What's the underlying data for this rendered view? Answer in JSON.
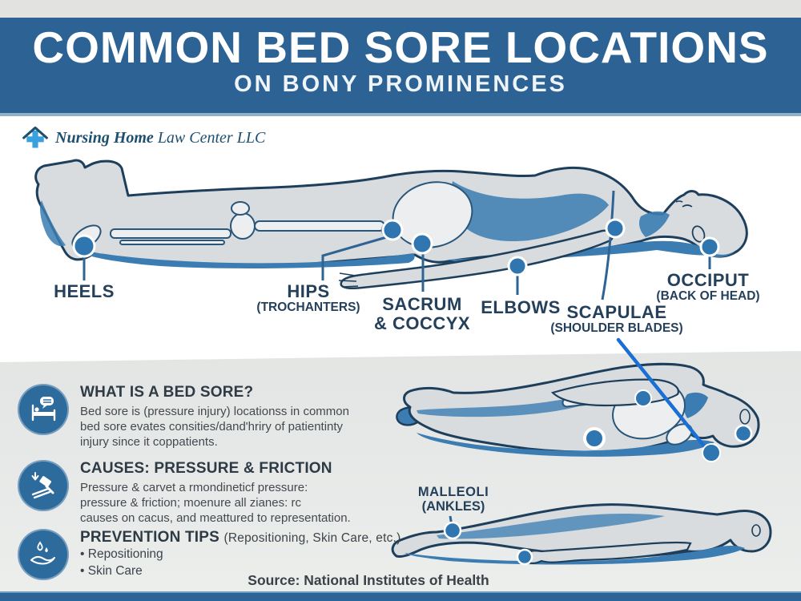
{
  "colors": {
    "banner_blue": "#2c6394",
    "dot_blue": "#2f76b0",
    "bright_blue": "#1a6fd4",
    "outline_navy": "#1e3f5c",
    "body_gray": "#d8dcdf",
    "shade_blue": "#3b7db2",
    "section_gray": "#e6e8e7",
    "label_navy": "#24405a"
  },
  "header": {
    "title": "COMMON BED SORE LOCATIONS",
    "subtitle": "ON BONY PROMINENCES"
  },
  "logo": {
    "bold": "Nursing Home",
    "rest": "Law Center LLC"
  },
  "labels": {
    "heels": {
      "main": "HEELS"
    },
    "hips": {
      "main": "HIPS",
      "sub": "(TROCHANTERS)"
    },
    "sacrum": {
      "main": "SACRUM",
      "main2": "& COCCYX"
    },
    "elbows": {
      "main": "ELBOWS"
    },
    "scapulae": {
      "main": "SCAPULAE",
      "sub": "(SHOULDER BLADES)"
    },
    "occiput": {
      "main": "OCCIPUT",
      "sub": "(BACK OF HEAD)"
    },
    "malleoli": {
      "main": "MALLEOLI",
      "sub": "(ANKLES)"
    }
  },
  "blocks": {
    "what": {
      "title": "WHAT IS A BED SORE?",
      "lines": [
        "Bed sore is (pressure injury) locationss in common",
        "bed sore evates consities/dand'hriry of patientinty",
        "injury since it coppatients."
      ]
    },
    "causes": {
      "title": "CAUSES: PRESSURE & FRICTION",
      "lines": [
        "Pressure & carvet a rmondineticf pressure:",
        "pressure & friction; moenure all zianes: rc",
        "causes on cacus, and meattured to representation."
      ]
    },
    "prevention": {
      "title": "PREVENTION TIPS",
      "note": "(Repositioning, Skin Care, etc.)",
      "bullet_char": "•",
      "bullets": [
        "Repositioning",
        "Skin Care"
      ]
    }
  },
  "source": "Source: National Institutes of Health"
}
